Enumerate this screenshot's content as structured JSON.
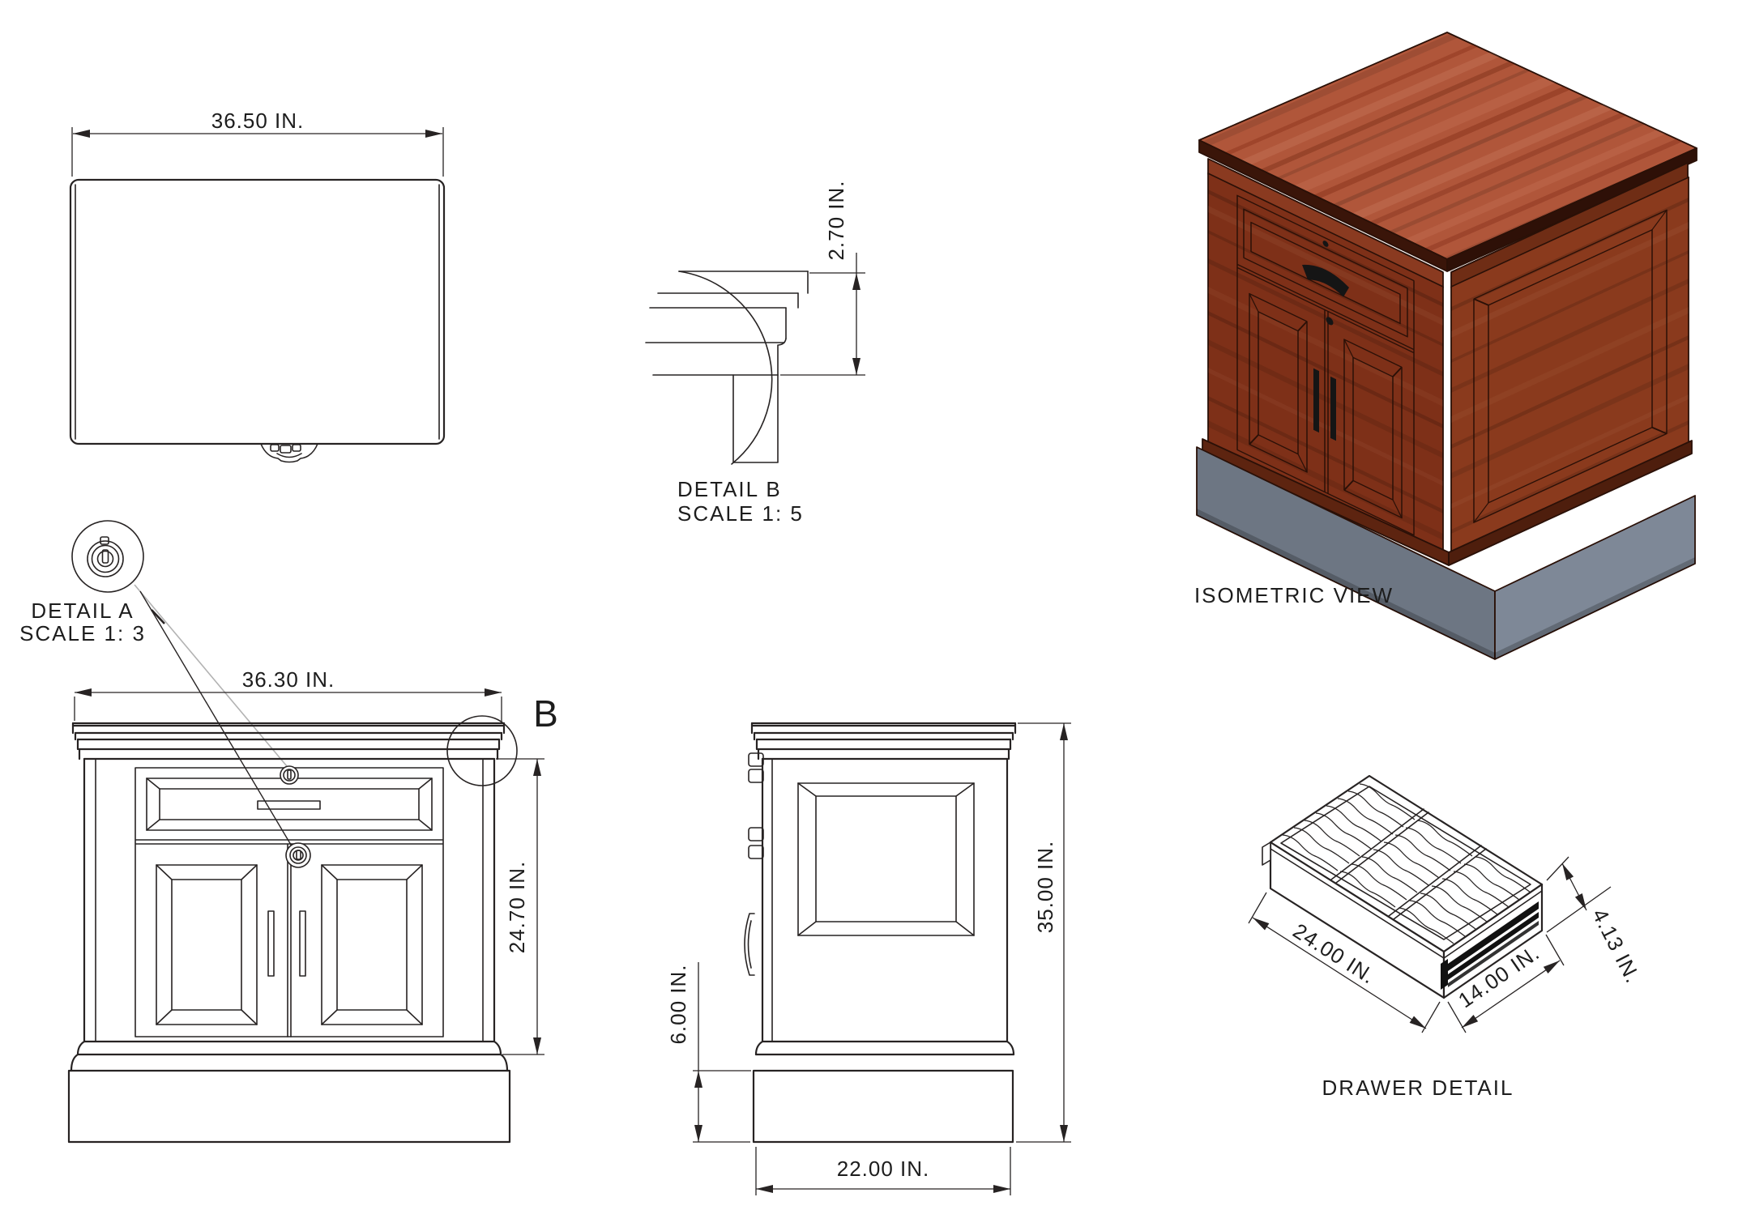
{
  "views": {
    "top_view": {
      "width_dim": "36.50 IN."
    },
    "detail_b": {
      "title": "DETAIL B",
      "scale": "SCALE 1: 5",
      "height_dim": "2.70 IN."
    },
    "detail_a": {
      "title": "DETAIL A",
      "scale": "SCALE 1: 3"
    },
    "front_view": {
      "width_dim": "36.30 IN.",
      "height_dim": "24.70 IN.",
      "callout": "B"
    },
    "side_view": {
      "height_dim": "35.00 IN.",
      "depth_dim": "22.00 IN.",
      "base_height_dim": "6.00 IN."
    },
    "isometric_view": {
      "title": "ISOMETRIC VIEW"
    },
    "drawer_detail": {
      "title": "DRAWER DETAIL",
      "length_dim": "24.00 IN.",
      "width_dim": "14.00 IN.",
      "height_dim": "4.13 IN."
    }
  },
  "colors": {
    "line": "#272323",
    "wood_top": "#b0563a",
    "wood_front": "#7e3018",
    "wood_side": "#8a3a1d",
    "wood_edge": "#2a1007",
    "base_front": "#6d7683",
    "base_side": "#7e8897",
    "leader_gray": "#b3b3b3"
  }
}
